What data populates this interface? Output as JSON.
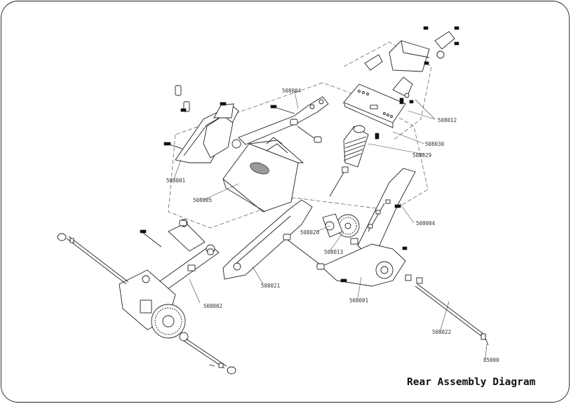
{
  "caption": "Rear Assembly Diagram",
  "parts": [
    {
      "id": "a",
      "label": "508004"
    },
    {
      "id": "b",
      "label": "508012"
    },
    {
      "id": "c",
      "label": "508030"
    },
    {
      "id": "d",
      "label": "508029"
    },
    {
      "id": "e",
      "label": "508001"
    },
    {
      "id": "f",
      "label": "508005"
    },
    {
      "id": "g",
      "label": "508020"
    },
    {
      "id": "h",
      "label": "508004"
    },
    {
      "id": "i",
      "label": "508013"
    },
    {
      "id": "j",
      "label": "508002"
    },
    {
      "id": "k",
      "label": "508021"
    },
    {
      "id": "l",
      "label": "508001"
    },
    {
      "id": "m",
      "label": "508022"
    },
    {
      "id": "n",
      "label": "85000"
    }
  ]
}
